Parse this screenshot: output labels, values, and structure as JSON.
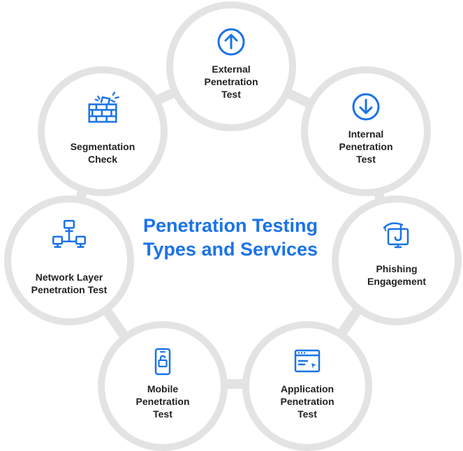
{
  "diagram": {
    "center_title": "Penetration Testing\nTypes and Services",
    "accent_color": "#1a73e8",
    "ring_color": "#e3e3e3",
    "nodes": [
      {
        "label": "External\nPenetration\nTest",
        "icon": "arrow-up-circle-icon"
      },
      {
        "label": "Internal\nPenetration\nTest",
        "icon": "arrow-down-circle-icon"
      },
      {
        "label": "Phishing\nEngagement",
        "icon": "phishing-monitor-icon"
      },
      {
        "label": "Application\nPenetration\nTest",
        "icon": "browser-window-icon"
      },
      {
        "label": "Mobile\nPenetration\nTest",
        "icon": "mobile-lock-icon"
      },
      {
        "label": "Network Layer\nPenetration Test",
        "icon": "network-icon"
      },
      {
        "label": "Segmentation\nCheck",
        "icon": "brick-wall-icon"
      }
    ]
  }
}
